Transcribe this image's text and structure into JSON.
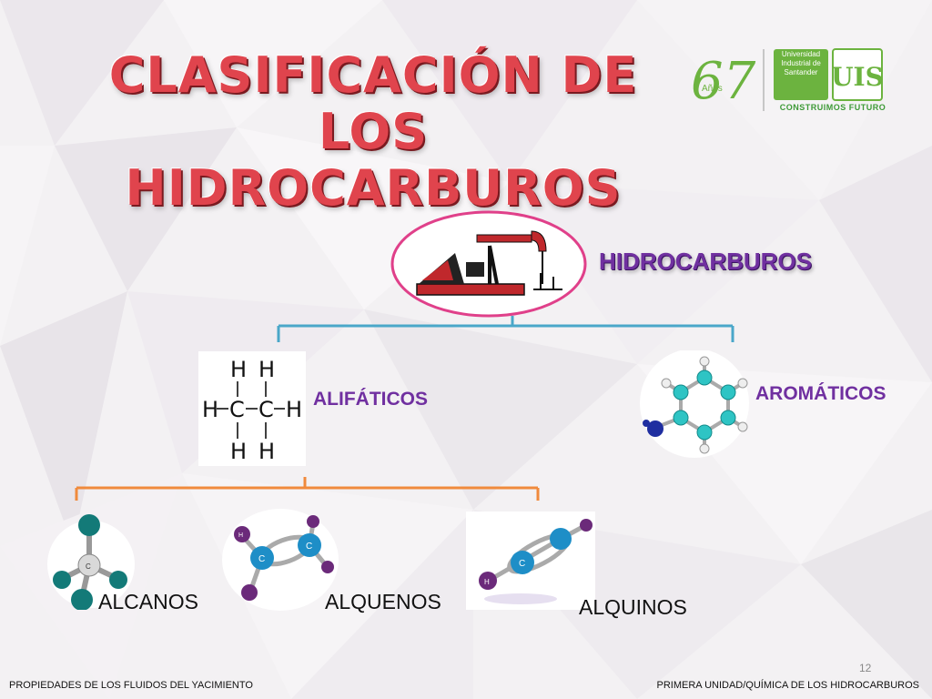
{
  "title": {
    "line1": "CLASIFICACIÓN DE LOS",
    "line2": "HIDROCARBUROS"
  },
  "logo": {
    "years_number": "67",
    "years_label": "Años",
    "university_line1": "Universidad",
    "university_line2": "Industrial de",
    "university_line3": "Santander",
    "mark": "UIS",
    "slogan": "CONSTRUIMOS FUTURO"
  },
  "diagram": {
    "root_label": "HIDROCARBUROS",
    "branch_aliphatic": "ALIFÁTICOS",
    "branch_aromatic": "AROMÁTICOS",
    "leaf_alkanes": "ALCANOS",
    "leaf_alkenes": "ALQUENOS",
    "leaf_alkynes": "ALQUINOS",
    "ethane_h": "H",
    "ethane_c": "C",
    "atom_c": "C",
    "atom_h": "H"
  },
  "colors": {
    "title": "#e0444d",
    "purple_label": "#7030a0",
    "connector_blue": "#4aa7c9",
    "connector_orange": "#f08a3c",
    "oval_border": "#e0408a"
  },
  "footer": {
    "left": "PROPIEDADES DE LOS FLUIDOS DEL YACIMIENTO",
    "right": "PRIMERA UNIDAD/QUÍMICA DE LOS HIDROCARBUROS",
    "page_number": "12"
  }
}
